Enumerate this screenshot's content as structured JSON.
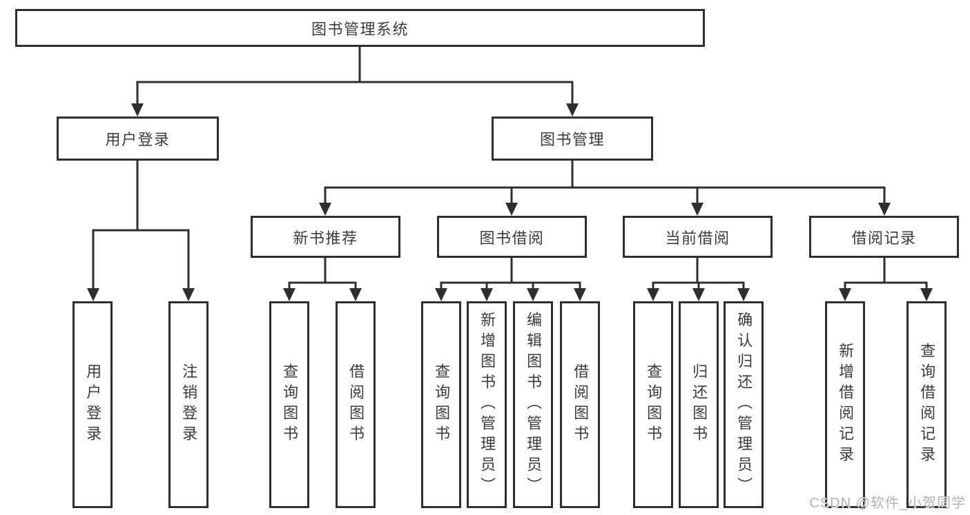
{
  "diagram": {
    "root": {
      "label": "图书管理系统"
    },
    "level2": [
      {
        "label": "用户登录",
        "children": [
          {
            "label": "用户登录"
          },
          {
            "label": "注销登录"
          }
        ]
      },
      {
        "label": "图书管理",
        "children": [
          {
            "label": "新书推荐",
            "children": [
              {
                "label": "查询图书"
              },
              {
                "label": "借阅图书"
              }
            ]
          },
          {
            "label": "图书借阅",
            "children": [
              {
                "label": "查询图书"
              },
              {
                "label": "新增图书（管理员）"
              },
              {
                "label": "编辑图书（管理员）"
              },
              {
                "label": "借阅图书"
              }
            ]
          },
          {
            "label": "当前借阅",
            "children": [
              {
                "label": "查询图书"
              },
              {
                "label": "归还图书"
              },
              {
                "label": "确认归还（管理员）"
              }
            ]
          },
          {
            "label": "借阅记录",
            "children": [
              {
                "label": "新增借阅记录"
              },
              {
                "label": "查询借阅记录"
              }
            ]
          }
        ]
      }
    ]
  },
  "watermark": {
    "text": "CSDN @软件_小贺同学"
  },
  "colors": {
    "line": "#2e2e2e",
    "text": "#3b3b3b",
    "box_fill": "#ffffff",
    "watermark": "#b2b2b2"
  }
}
